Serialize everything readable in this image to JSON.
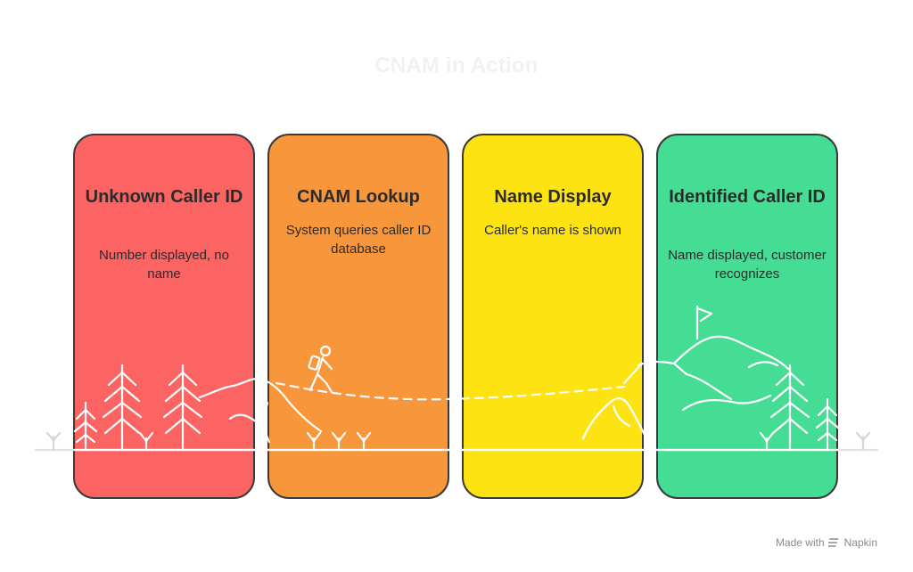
{
  "title": "CNAM in Action",
  "cards": [
    {
      "title": "Unknown Caller ID",
      "description": "Number displayed, no name",
      "color": "#fc6464"
    },
    {
      "title": "CNAM Lookup",
      "description": "System queries caller ID database",
      "color": "#f7963a"
    },
    {
      "title": "Name Display",
      "description": "Caller's name is shown",
      "color": "#fde312"
    },
    {
      "title": "Identified Caller ID",
      "description": "Name displayed, customer recognizes",
      "color": "#45dc93"
    }
  ],
  "footer": {
    "prefix": "Made with",
    "brand": "Napkin"
  },
  "icons": [
    "tree-icon",
    "hiker-icon",
    "mountain-icon",
    "flag-icon",
    "sprout-icon",
    "napkin-logo-icon"
  ]
}
